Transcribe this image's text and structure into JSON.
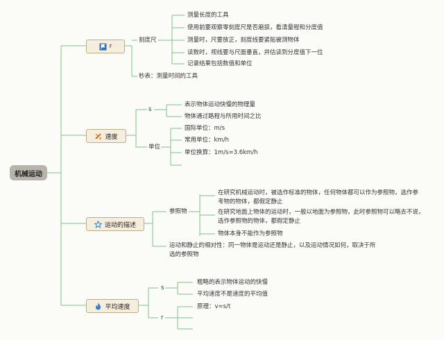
{
  "root": {
    "label": "机械运动"
  },
  "branches": {
    "ruler": {
      "title": "r",
      "group_label": "刻度尺",
      "items": [
        "测量长度的工具",
        "使用前要观察零刻度尺是否磨损，看清量程和分度值",
        "测量时，尺要放正，刻度线要紧贴被测物体",
        "读数时，视线要与尺面垂直，并估读到分度值下一位",
        "记录结果包括数值和单位"
      ],
      "stopwatch": "秒表：测量时间的工具"
    },
    "speed": {
      "title": "速度",
      "s_label": "s",
      "s_items": [
        "表示物体运动快慢的物理量",
        "物体通过路程与所用时间之比"
      ],
      "unit_label": "单位",
      "unit_items": [
        "国际单位：m/s",
        "常用单位：km/h",
        "单位换算：1m/s=3.6km/h"
      ]
    },
    "motion": {
      "title": "运动的描述",
      "ref_label": "参照物",
      "ref_items": [
        "在研究机械运动时，被选作标准的物体，任何物体都可以作为参照物，选作参考物的物体，都假定静止",
        "在研究地面上物体的运动时，一般以地面为参照物，此时参照物可以略去不说，选作参照物的物体，都假定静止",
        "物体本身不能作为参照物"
      ],
      "relativity": "运动和静止的相对性：同一物体是运动还是静止，以及运动情况如何，取决于所选的参照物"
    },
    "avg": {
      "title": "平均速度",
      "s_label": "s",
      "s_items": [
        "粗略的表示物体运动的快慢",
        "平均速度不是速度的平均值"
      ],
      "r_label": "r",
      "r_items": [
        "原理：v=s/t"
      ]
    }
  },
  "colors": {
    "line": "#7fbf8a",
    "node_bg": "#f5eedc",
    "node_border": "#b9ad8c",
    "root_bg": "#b8b4ab"
  },
  "icons": {
    "ruler": "flag-icon",
    "speed": "tools-icon",
    "motion": "star-icon",
    "avg": "flame-icon"
  }
}
